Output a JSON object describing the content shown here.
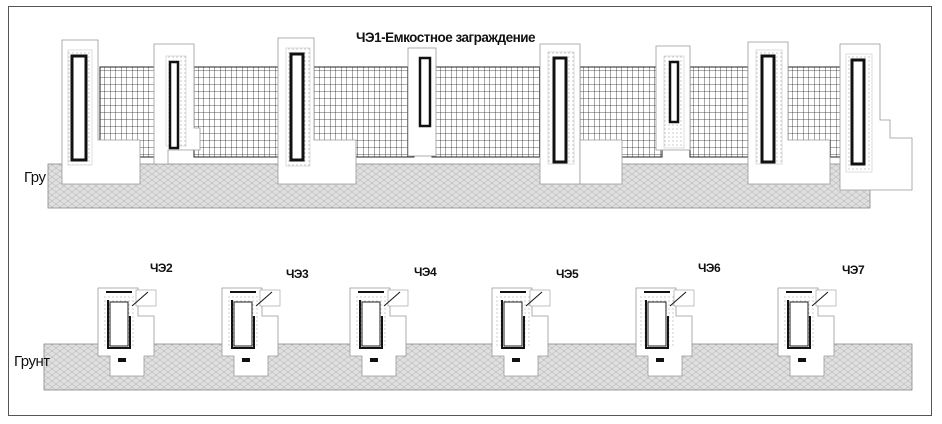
{
  "title": "ЧЭ1-Емкостное заграждение",
  "ground_top_label": "Гру",
  "ground_bottom_label": "Грунт",
  "elements": [
    {
      "label": "ЧЭ2"
    },
    {
      "label": "ЧЭ3"
    },
    {
      "label": "ЧЭ4"
    },
    {
      "label": "ЧЭ5"
    },
    {
      "label": "ЧЭ6"
    },
    {
      "label": "ЧЭ7"
    }
  ],
  "colors": {
    "ground": "#d9d9d9",
    "mesh": "#222222",
    "post": "#111111",
    "outline": "#555555"
  }
}
